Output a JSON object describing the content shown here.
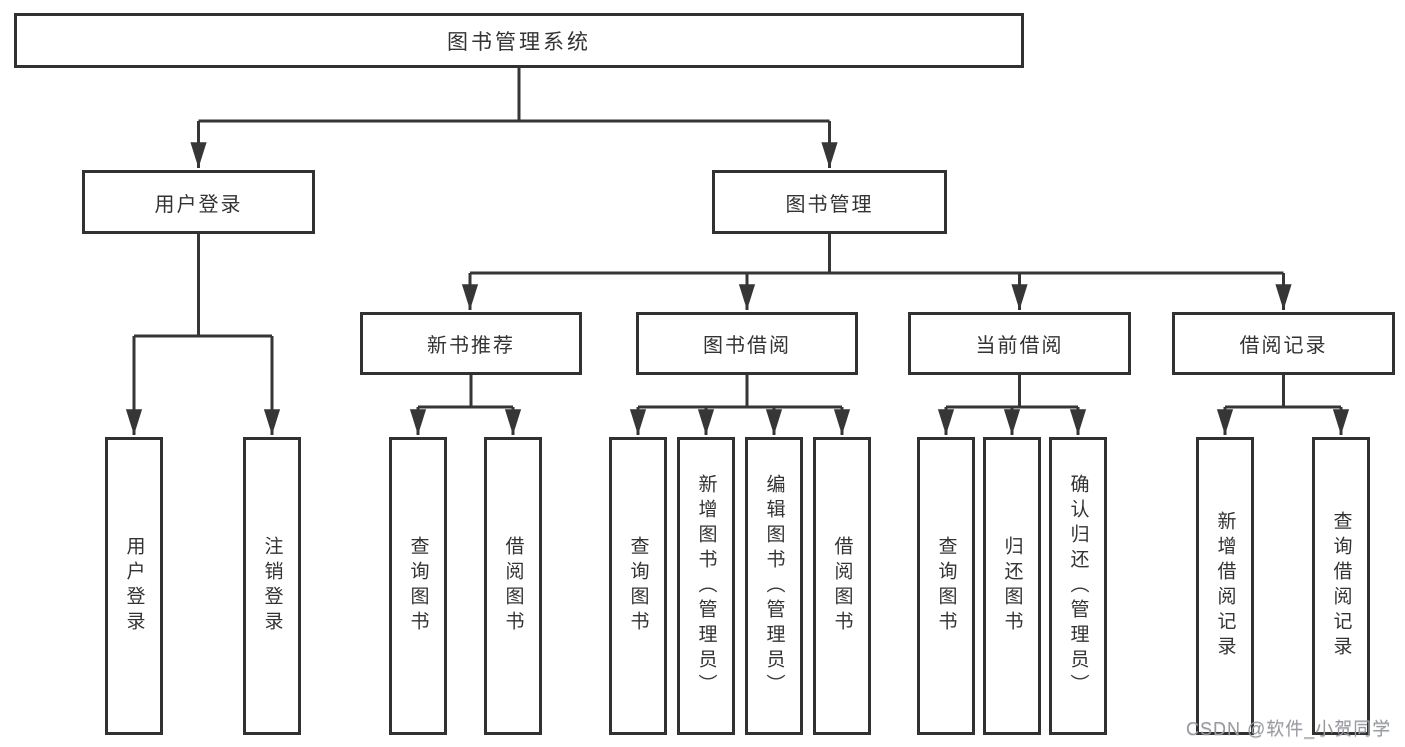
{
  "diagram": {
    "title": "图书管理系统",
    "line_color": "#363636",
    "box_border_color": "#313131",
    "text_color": "#333333",
    "tree": {
      "root": {
        "label": "图书管理系统",
        "children": [
          {
            "label": "用户登录",
            "children": [
              {
                "label": "用户登录"
              },
              {
                "label": "注销登录"
              }
            ]
          },
          {
            "label": "图书管理",
            "children": [
              {
                "label": "新书推荐",
                "children": [
                  {
                    "label": "查询图书"
                  },
                  {
                    "label": "借阅图书"
                  }
                ]
              },
              {
                "label": "图书借阅",
                "children": [
                  {
                    "label": "查询图书"
                  },
                  {
                    "label": "新增图书（管理员）"
                  },
                  {
                    "label": "编辑图书（管理员）"
                  },
                  {
                    "label": "借阅图书"
                  }
                ]
              },
              {
                "label": "当前借阅",
                "children": [
                  {
                    "label": "查询图书"
                  },
                  {
                    "label": "归还图书"
                  },
                  {
                    "label": "确认归还（管理员）"
                  }
                ]
              },
              {
                "label": "借阅记录",
                "children": [
                  {
                    "label": "新增借阅记录"
                  },
                  {
                    "label": "查询借阅记录"
                  }
                ]
              }
            ]
          }
        ]
      }
    }
  },
  "watermark": {
    "text": "CSDN @软件_小贺同学",
    "color": "#9a9a9a"
  }
}
